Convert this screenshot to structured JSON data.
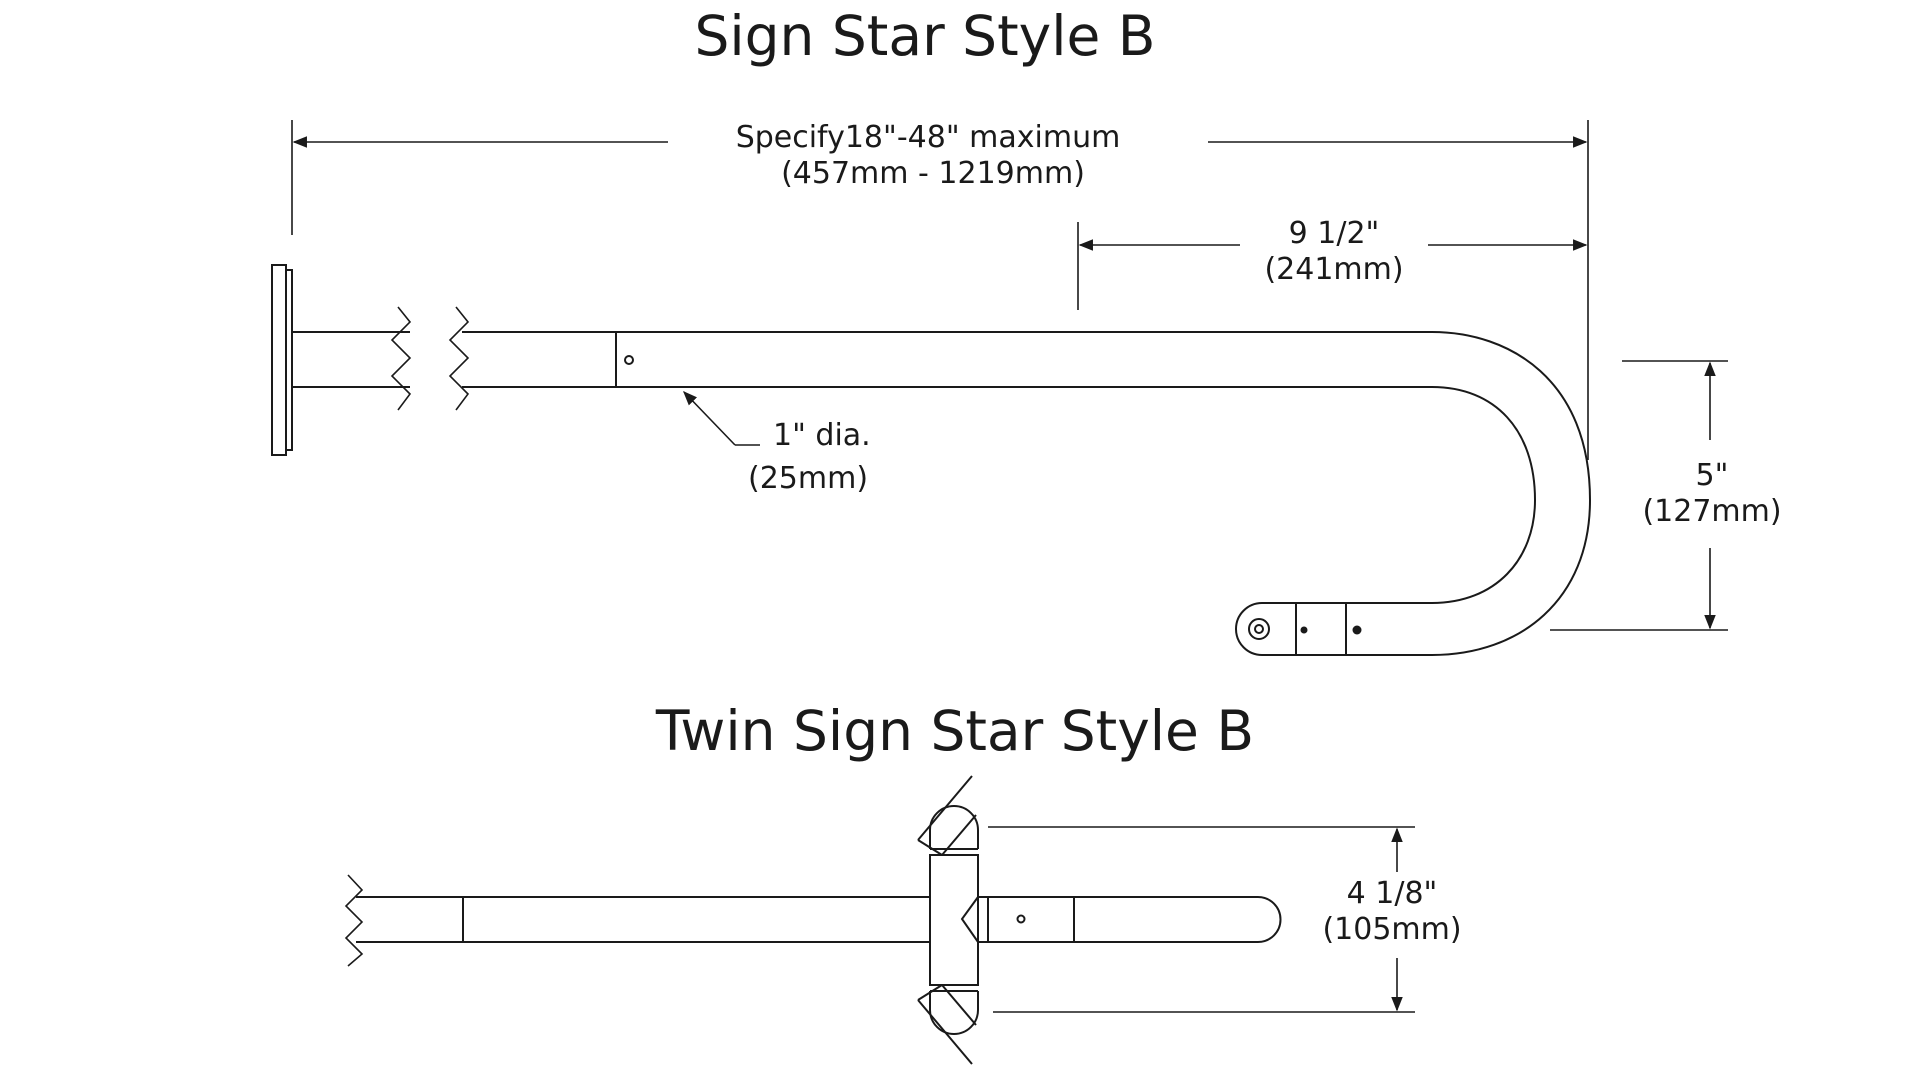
{
  "titles": {
    "top": "Sign Star Style B",
    "bottom": "Twin Sign Star Style B"
  },
  "dimensions": {
    "overall_line1": "Specify18\"-48\" maximum",
    "overall_line2": "(457mm - 1219mm)",
    "bend_line1": "9 1/2\"",
    "bend_line2": "(241mm)",
    "diameter_line1": "1\" dia.",
    "diameter_line2": "(25mm)",
    "drop_line1": "5\"",
    "drop_line2": "(127mm)",
    "twin_gap_line1": "4 1/8\"",
    "twin_gap_line2": "(105mm)"
  },
  "colors": {
    "line": "#1a1a1a",
    "background": "#ffffff"
  }
}
